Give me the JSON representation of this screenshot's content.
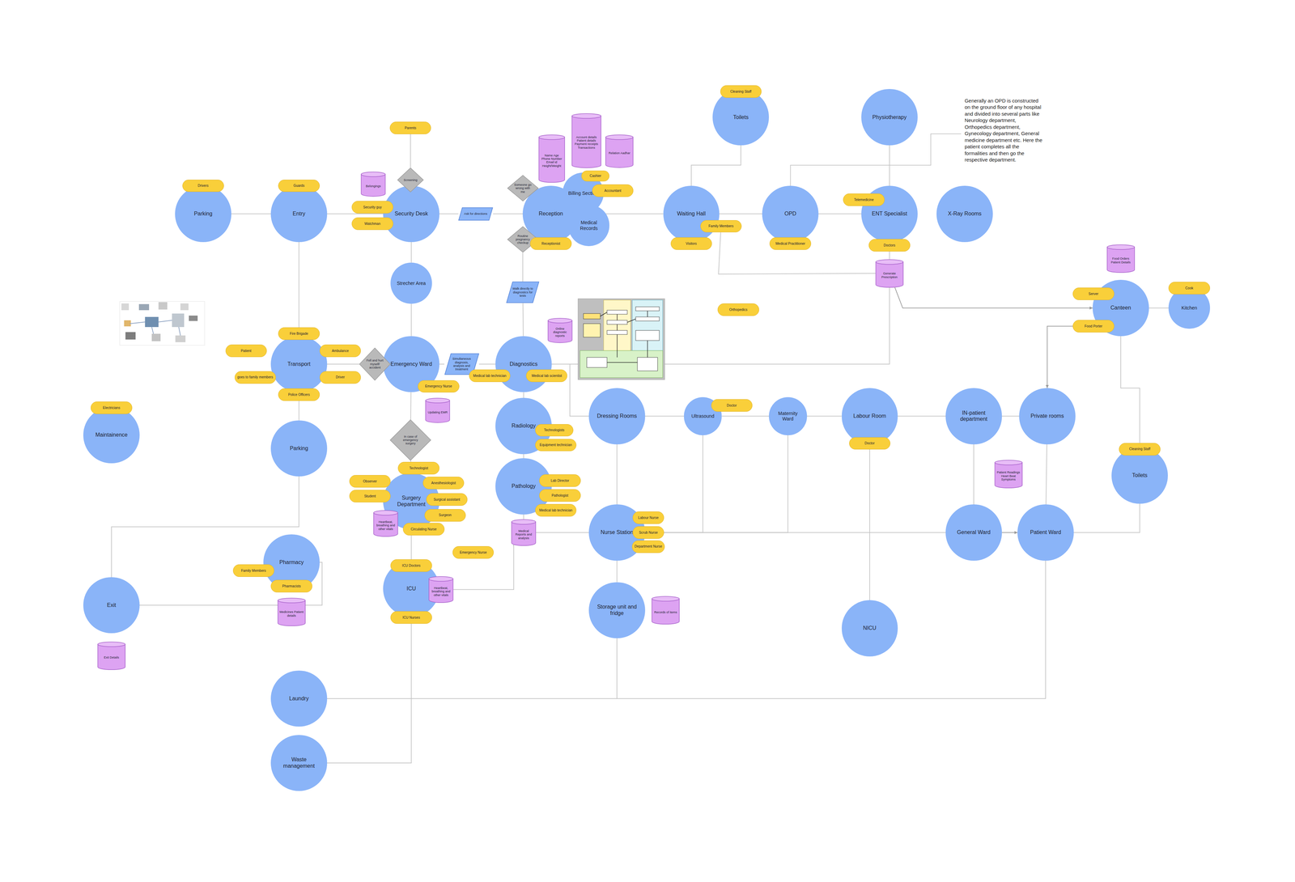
{
  "diagram": {
    "nodes": [
      {
        "text": [
          "Parking"
        ]
      },
      {
        "text": [
          "Entry"
        ]
      },
      {
        "text": [
          "Security Desk"
        ]
      },
      {
        "text": [
          "Reception"
        ]
      },
      {
        "text": [
          "Billing Section"
        ]
      },
      {
        "text": [
          "Medical Records"
        ]
      },
      {
        "text": [
          "Waiting Hall"
        ]
      },
      {
        "text": [
          "OPD"
        ]
      },
      {
        "text": [
          "ENT Specialist"
        ]
      },
      {
        "text": [
          "X-Ray Rooms"
        ]
      },
      {
        "text": [
          "Toilets"
        ]
      },
      {
        "text": [
          "Physiotherapy"
        ]
      },
      {
        "text": [
          "Strecher Area"
        ]
      },
      {
        "text": [
          "Transport"
        ]
      },
      {
        "text": [
          "Emergency Ward"
        ]
      },
      {
        "text": [
          "Diagnostics"
        ]
      },
      {
        "text": [
          "Canteen"
        ]
      },
      {
        "text": [
          "Kitchen"
        ]
      },
      {
        "text": [
          "Maintainence"
        ]
      },
      {
        "text": [
          "Parking"
        ]
      },
      {
        "text": [
          "Radiology"
        ]
      },
      {
        "text": [
          "Pathology"
        ]
      },
      {
        "text": [
          "Surgery Department"
        ]
      },
      {
        "text": [
          "Pharmacy"
        ]
      },
      {
        "text": [
          "ICU"
        ]
      },
      {
        "text": [
          "Exit"
        ]
      },
      {
        "text": [
          "Dressing Rooms"
        ]
      },
      {
        "text": [
          "Ultrasound"
        ]
      },
      {
        "text": [
          "Maternity Ward"
        ]
      },
      {
        "text": [
          "Labour Room"
        ]
      },
      {
        "text": [
          "IN-patient department"
        ]
      },
      {
        "text": [
          "Private rooms"
        ]
      },
      {
        "text": [
          "Toilets"
        ]
      },
      {
        "text": [
          "Nurse Station"
        ]
      },
      {
        "text": [
          "General Ward"
        ]
      },
      {
        "text": [
          "Patient Ward"
        ]
      },
      {
        "text": [
          "Storage unit and fridge"
        ]
      },
      {
        "text": [
          "NICU"
        ]
      },
      {
        "text": [
          "Laundry"
        ]
      },
      {
        "text": [
          "Waste management"
        ]
      },
      {
        "text": [
          "Screening"
        ]
      },
      {
        "text": [
          "Someone go wrong with me"
        ]
      },
      {
        "text": [
          "Routine pregnancy checkup"
        ]
      },
      {
        "text": [
          "Fell and hurt myself/ accident"
        ]
      },
      {
        "text": [
          "In case of emergency surgery"
        ]
      },
      {
        "text": [
          "Ask for directions"
        ]
      },
      {
        "text": [
          "Walk directly to diagnostics for tests"
        ]
      },
      {
        "text": [
          "Simultaneous diagnosis, analysis and treatment"
        ]
      },
      {
        "text": [
          "Drivers"
        ]
      },
      {
        "text": [
          "Guards"
        ]
      },
      {
        "text": [
          "Parents"
        ]
      },
      {
        "text": [
          "Security guy"
        ]
      },
      {
        "text": [
          "Watchman"
        ]
      },
      {
        "text": [
          "Cashier"
        ]
      },
      {
        "text": [
          "Accountant"
        ]
      },
      {
        "text": [
          "Receptionist"
        ]
      },
      {
        "text": [
          "Cleaning Staff"
        ]
      },
      {
        "text": [
          "Family Members"
        ]
      },
      {
        "text": [
          "Visitors"
        ]
      },
      {
        "text": [
          "Medical Practitioner"
        ]
      },
      {
        "text": [
          "Telemedicine"
        ]
      },
      {
        "text": [
          "Doctors"
        ]
      },
      {
        "text": [
          "Orthopedics"
        ]
      },
      {
        "text": [
          "Server"
        ]
      },
      {
        "text": [
          "Food Porter"
        ]
      },
      {
        "text": [
          "Cook"
        ]
      },
      {
        "text": [
          "Fire Brigade"
        ]
      },
      {
        "text": [
          "Patient"
        ]
      },
      {
        "text": [
          "Ambulance"
        ]
      },
      {
        "text": [
          "goes to family members"
        ]
      },
      {
        "text": [
          "Driver"
        ]
      },
      {
        "text": [
          "Police Officers"
        ]
      },
      {
        "text": [
          "Emergency Nurse"
        ]
      },
      {
        "text": [
          "Medical lab technician"
        ]
      },
      {
        "text": [
          "Medical lab scientist"
        ]
      },
      {
        "text": [
          "Electricians"
        ]
      },
      {
        "text": [
          "Technologists"
        ]
      },
      {
        "text": [
          "Equipment technician"
        ]
      },
      {
        "text": [
          "Lab Director"
        ]
      },
      {
        "text": [
          "Pathologist"
        ]
      },
      {
        "text": [
          "Medical lab technician"
        ]
      },
      {
        "text": [
          "Technologist"
        ]
      },
      {
        "text": [
          "Observer"
        ]
      },
      {
        "text": [
          "Anesthesiologist"
        ]
      },
      {
        "text": [
          "Student"
        ]
      },
      {
        "text": [
          "Surgical assistant"
        ]
      },
      {
        "text": [
          "Surgeon"
        ]
      },
      {
        "text": [
          "Circulating Nurse"
        ]
      },
      {
        "text": [
          "Emergency Nurse"
        ]
      },
      {
        "text": [
          "ICU Doctors"
        ]
      },
      {
        "text": [
          "ICU Nurses"
        ]
      },
      {
        "text": [
          "Family Members"
        ]
      },
      {
        "text": [
          "Pharmacists"
        ]
      },
      {
        "text": [
          "Doctor"
        ]
      },
      {
        "text": [
          "Doctor"
        ]
      },
      {
        "text": [
          "Cleaning Staff"
        ]
      },
      {
        "text": [
          "Labour Nurse"
        ]
      },
      {
        "text": [
          "Scrub Nurse"
        ]
      },
      {
        "text": [
          "Department Nurse"
        ]
      },
      {
        "text": [
          "Belongings"
        ]
      },
      {
        "text": [
          "Name Age Phone Number Email id Height/Weight"
        ]
      },
      {
        "text": [
          "Account details Patient details Payment receipts Transactions"
        ]
      },
      {
        "text": [
          "Relation Aadhar"
        ]
      },
      {
        "text": [
          "Generate Prescription"
        ]
      },
      {
        "text": [
          "Food Orders Patient Details"
        ]
      },
      {
        "text": [
          "Online diagnostic reports"
        ]
      },
      {
        "text": [
          "Updating EMR"
        ]
      },
      {
        "text": [
          "Heartbeat, breathing and other vitals"
        ]
      },
      {
        "text": [
          "Heartbeat, breathing and other vitals"
        ]
      },
      {
        "text": [
          "Medical Reports and analysis"
        ]
      },
      {
        "text": [
          "Medicines Patient details"
        ]
      },
      {
        "text": [
          "Exit Details"
        ]
      },
      {
        "text": [
          "Records of items"
        ]
      },
      {
        "text": [
          "Patient Readings Heart Beat Symptoms"
        ]
      }
    ],
    "edges": [
      {
        "from": 0,
        "to": 1,
        "arrow": "none"
      },
      {
        "from": 1,
        "to": 2,
        "arrow": "none"
      },
      {
        "from": 2,
        "to": 45,
        "arrow": "none"
      },
      {
        "from": 45,
        "to": 3,
        "arrow": "none"
      },
      {
        "from": 3,
        "to": 6,
        "arrow": "none"
      },
      {
        "from": 6,
        "to": 7,
        "arrow": "none"
      },
      {
        "from": 7,
        "to": 8,
        "arrow": "none"
      },
      {
        "from": 8,
        "to": 11,
        "arrow": "none"
      },
      {
        "from": 6,
        "to": 10,
        "arrow": "none"
      },
      {
        "from": 50,
        "to": 40,
        "arrow": "none"
      },
      {
        "from": 40,
        "to": 2,
        "arrow": "none"
      },
      {
        "from": 2,
        "to": 12,
        "arrow": "none"
      },
      {
        "from": 12,
        "to": 14,
        "arrow": "none"
      },
      {
        "from": 1,
        "to": 13,
        "arrow": "none"
      },
      {
        "from": 13,
        "to": 19,
        "arrow": "none"
      },
      {
        "from": 19,
        "to": 25,
        "arrow": "none"
      },
      {
        "from": 13,
        "to": 43,
        "arrow": "none"
      },
      {
        "from": 43,
        "to": 14,
        "arrow": "none"
      },
      {
        "from": 14,
        "to": 47,
        "arrow": "none"
      },
      {
        "from": 47,
        "to": 15,
        "arrow": "none"
      },
      {
        "from": 14,
        "to": 44,
        "arrow": "none"
      },
      {
        "from": 44,
        "to": 22,
        "arrow": "none"
      },
      {
        "from": 22,
        "to": 24,
        "arrow": "none"
      },
      {
        "from": 24,
        "to": 39,
        "arrow": "none"
      },
      {
        "from": 41,
        "to": 3,
        "arrow": "none"
      },
      {
        "from": 42,
        "to": 3,
        "arrow": "none"
      },
      {
        "from": 42,
        "to": 46,
        "arrow": "none"
      },
      {
        "from": 46,
        "to": 15,
        "arrow": "none"
      },
      {
        "from": 15,
        "to": 20,
        "arrow": "none"
      },
      {
        "from": 20,
        "to": 21,
        "arrow": "none"
      },
      {
        "from": 21,
        "to": 109,
        "arrow": "none"
      },
      {
        "from": 109,
        "to": 33,
        "arrow": "none"
      },
      {
        "from": 108,
        "to": 109,
        "arrow": "none"
      },
      {
        "from": 15,
        "to": 103,
        "arrow": "none"
      },
      {
        "from": 15,
        "to": 26,
        "arrow": "none"
      },
      {
        "from": 26,
        "to": 27,
        "arrow": "none"
      },
      {
        "from": 27,
        "to": 28,
        "arrow": "none"
      },
      {
        "from": 28,
        "to": 29,
        "arrow": "none"
      },
      {
        "from": 29,
        "to": 30,
        "arrow": "none"
      },
      {
        "from": 30,
        "to": 31,
        "arrow": "none"
      },
      {
        "from": 26,
        "to": 33,
        "arrow": "none"
      },
      {
        "from": 33,
        "to": 36,
        "arrow": "none"
      },
      {
        "from": 33,
        "to": 34,
        "arrow": "none"
      },
      {
        "from": 27,
        "to": 33,
        "arrow": "none"
      },
      {
        "from": 28,
        "to": 33,
        "arrow": "none"
      },
      {
        "from": 29,
        "to": 37,
        "arrow": "none"
      },
      {
        "from": 30,
        "to": 34,
        "arrow": "none"
      },
      {
        "from": 34,
        "to": 35,
        "arrow": "to"
      },
      {
        "from": 31,
        "to": 35,
        "arrow": "none"
      },
      {
        "from": 38,
        "to": 35,
        "arrow": "none"
      },
      {
        "from": 36,
        "to": 38,
        "arrow": "none"
      },
      {
        "from": 16,
        "to": 17,
        "arrow": "none"
      },
      {
        "from": 103,
        "to": 16,
        "arrow": "to"
      },
      {
        "from": 57,
        "to": 103,
        "arrow": "none"
      },
      {
        "from": 64,
        "to": 31,
        "arrow": "to"
      },
      {
        "from": 25,
        "to": 23,
        "arrow": "none"
      },
      {
        "from": 16,
        "to": 32,
        "arrow": "none"
      },
      {
        "from": 35,
        "to": 32,
        "arrow": "none"
      },
      {
        "from": 8,
        "to": 103,
        "arrow": "none"
      }
    ],
    "labels": [
      "Generally an OPD is constructed on the ground floor of any hospital and divided into several parts like Neurology department, Orthopedics department, Gynecology department, General medicine department etc. Here the patient completes all the formalities and then go the respective department."
    ]
  }
}
